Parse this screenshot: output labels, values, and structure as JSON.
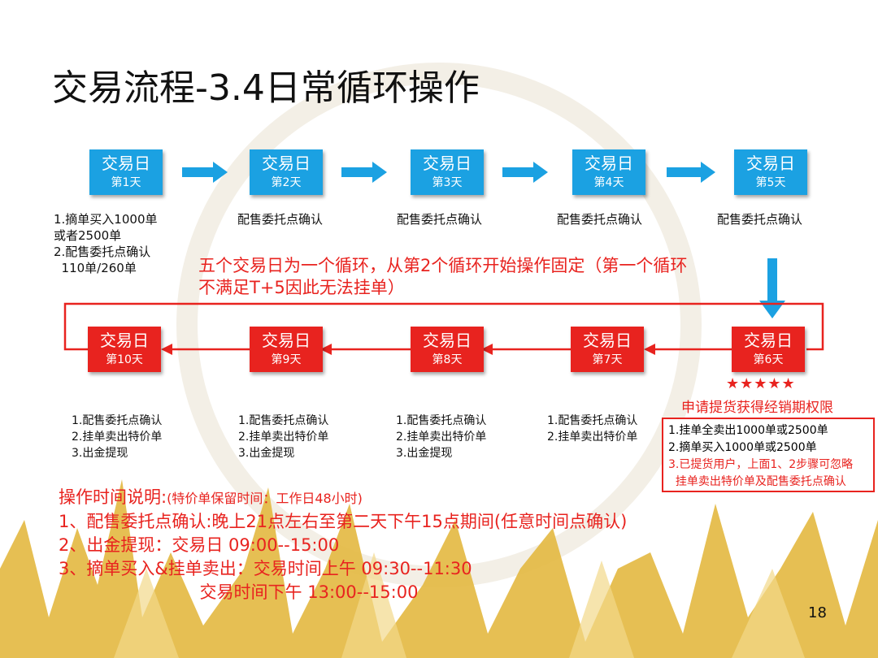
{
  "title": "交易流程-3.4日常循环操作",
  "top_row": [
    {
      "label": "交易日",
      "day": "第1天"
    },
    {
      "label": "交易日",
      "day": "第2天"
    },
    {
      "label": "交易日",
      "day": "第3天"
    },
    {
      "label": "交易日",
      "day": "第4天"
    },
    {
      "label": "交易日",
      "day": "第5天"
    }
  ],
  "top_notes": [
    [
      "1.摘单买入1000单",
      "或者2500单",
      "2.配售委托点确认",
      "  110单/260单"
    ],
    [
      "配售委托点确认"
    ],
    [
      "配售委托点确认"
    ],
    [
      "配售委托点确认"
    ],
    [
      "配售委托点确认"
    ]
  ],
  "cycle_note": "五个交易日为一个循环，从第2个循环开始操作固定（第一个循环不满足T+5因此无法挂单）",
  "bottom_row": [
    {
      "label": "交易日",
      "day": "第10天"
    },
    {
      "label": "交易日",
      "day": "第9天"
    },
    {
      "label": "交易日",
      "day": "第8天"
    },
    {
      "label": "交易日",
      "day": "第7天"
    },
    {
      "label": "交易日",
      "day": "第6天"
    }
  ],
  "bottom_notes": [
    [
      "1.配售委托点确认",
      "2.挂单卖出特价单",
      "3.出金提现"
    ],
    [
      "1.配售委托点确认",
      "2.挂单卖出特价单",
      "3.出金提现"
    ],
    [
      "1.配售委托点确认",
      "2.挂单卖出特价单",
      "3.出金提现"
    ],
    [
      "1.配售委托点确认",
      "2.挂单卖出特价单"
    ]
  ],
  "stars": "★★★★★",
  "privilege": "申请提货获得经销期权限",
  "privilege_box": [
    "1.挂单全卖出1000单或2500单",
    "2.摘单买入1000单或2500单",
    "3.已提货用户，上面1、2步骤可忽略",
    "  挂单卖出特价单及配售委托点确认"
  ],
  "times": {
    "heading": "操作时间说明:",
    "heading_note": "(特价单保留时间：工作日48小时)",
    "lines": [
      "1、配售委托点确认:晚上21点左右至第二天下午15点期间(任意时间点确认)",
      "2、出金提现：交易日 09:00--15:00",
      "3、摘单买入&挂单卖出：交易时间上午 09:30--11:30",
      "                          交易时间下午 13:00--15:00"
    ]
  },
  "page_number": "18",
  "colors": {
    "blue": "#1ba1e2",
    "red": "#e8231f",
    "gold": "#e0b43a"
  }
}
